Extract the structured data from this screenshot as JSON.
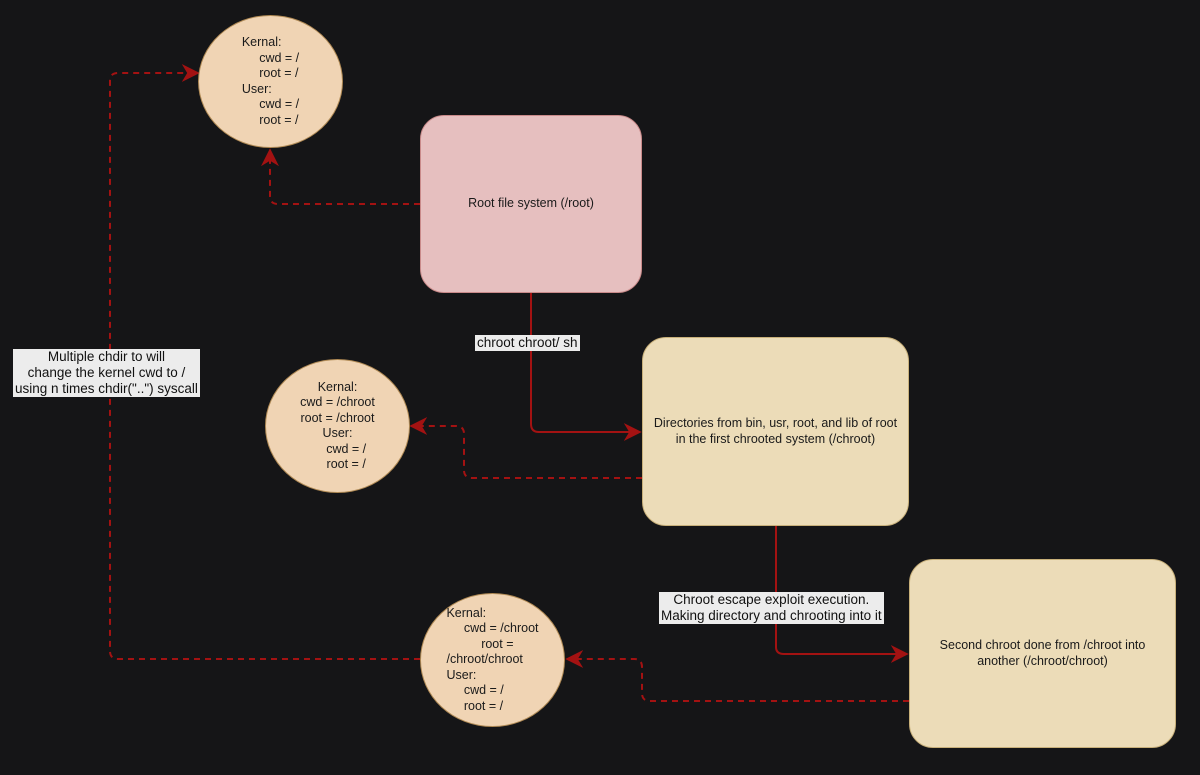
{
  "colors": {
    "background": "#151517",
    "arrow": "#a31212",
    "root_fill": "#e6bfbf",
    "root_stroke": "#c98a8a",
    "box_fill": "#ecdcb8",
    "box_stroke": "#c8b07a",
    "ellipse_fill": "#f0d4b4",
    "ellipse_stroke": "#b08a55",
    "label_bg": "#ececec"
  },
  "nodes": {
    "root_fs": {
      "label": "Root file system (/root)"
    },
    "first_chroot": {
      "label": "Directories from bin, usr, root, and lib of root\nin the first chrooted system (/chroot)"
    },
    "second_chroot": {
      "label": "Second chroot done from /chroot into\nanother (/chroot/chroot)"
    },
    "state_top": {
      "label": "Kernal:\n     cwd = /\n     root = /\nUser:\n     cwd = /\n     root = /"
    },
    "state_middle": {
      "label": "Kernal:\ncwd = /chroot\nroot = /chroot\nUser:\n     cwd = /\n     root = /"
    },
    "state_bottom": {
      "label": "Kernal:\n     cwd = /chroot\n          root =\n/chroot/chroot\nUser:\n     cwd = /\n     root = /"
    }
  },
  "edge_labels": {
    "chroot_cmd": "chroot chroot/ sh",
    "escape_exploit": "Chroot escape exploit execution.\nMaking directory and chrooting into it",
    "chdir_note": "Multiple chdir to will\nchange the kernel cwd to /\nusing n times chdir(\"..\") syscall"
  }
}
